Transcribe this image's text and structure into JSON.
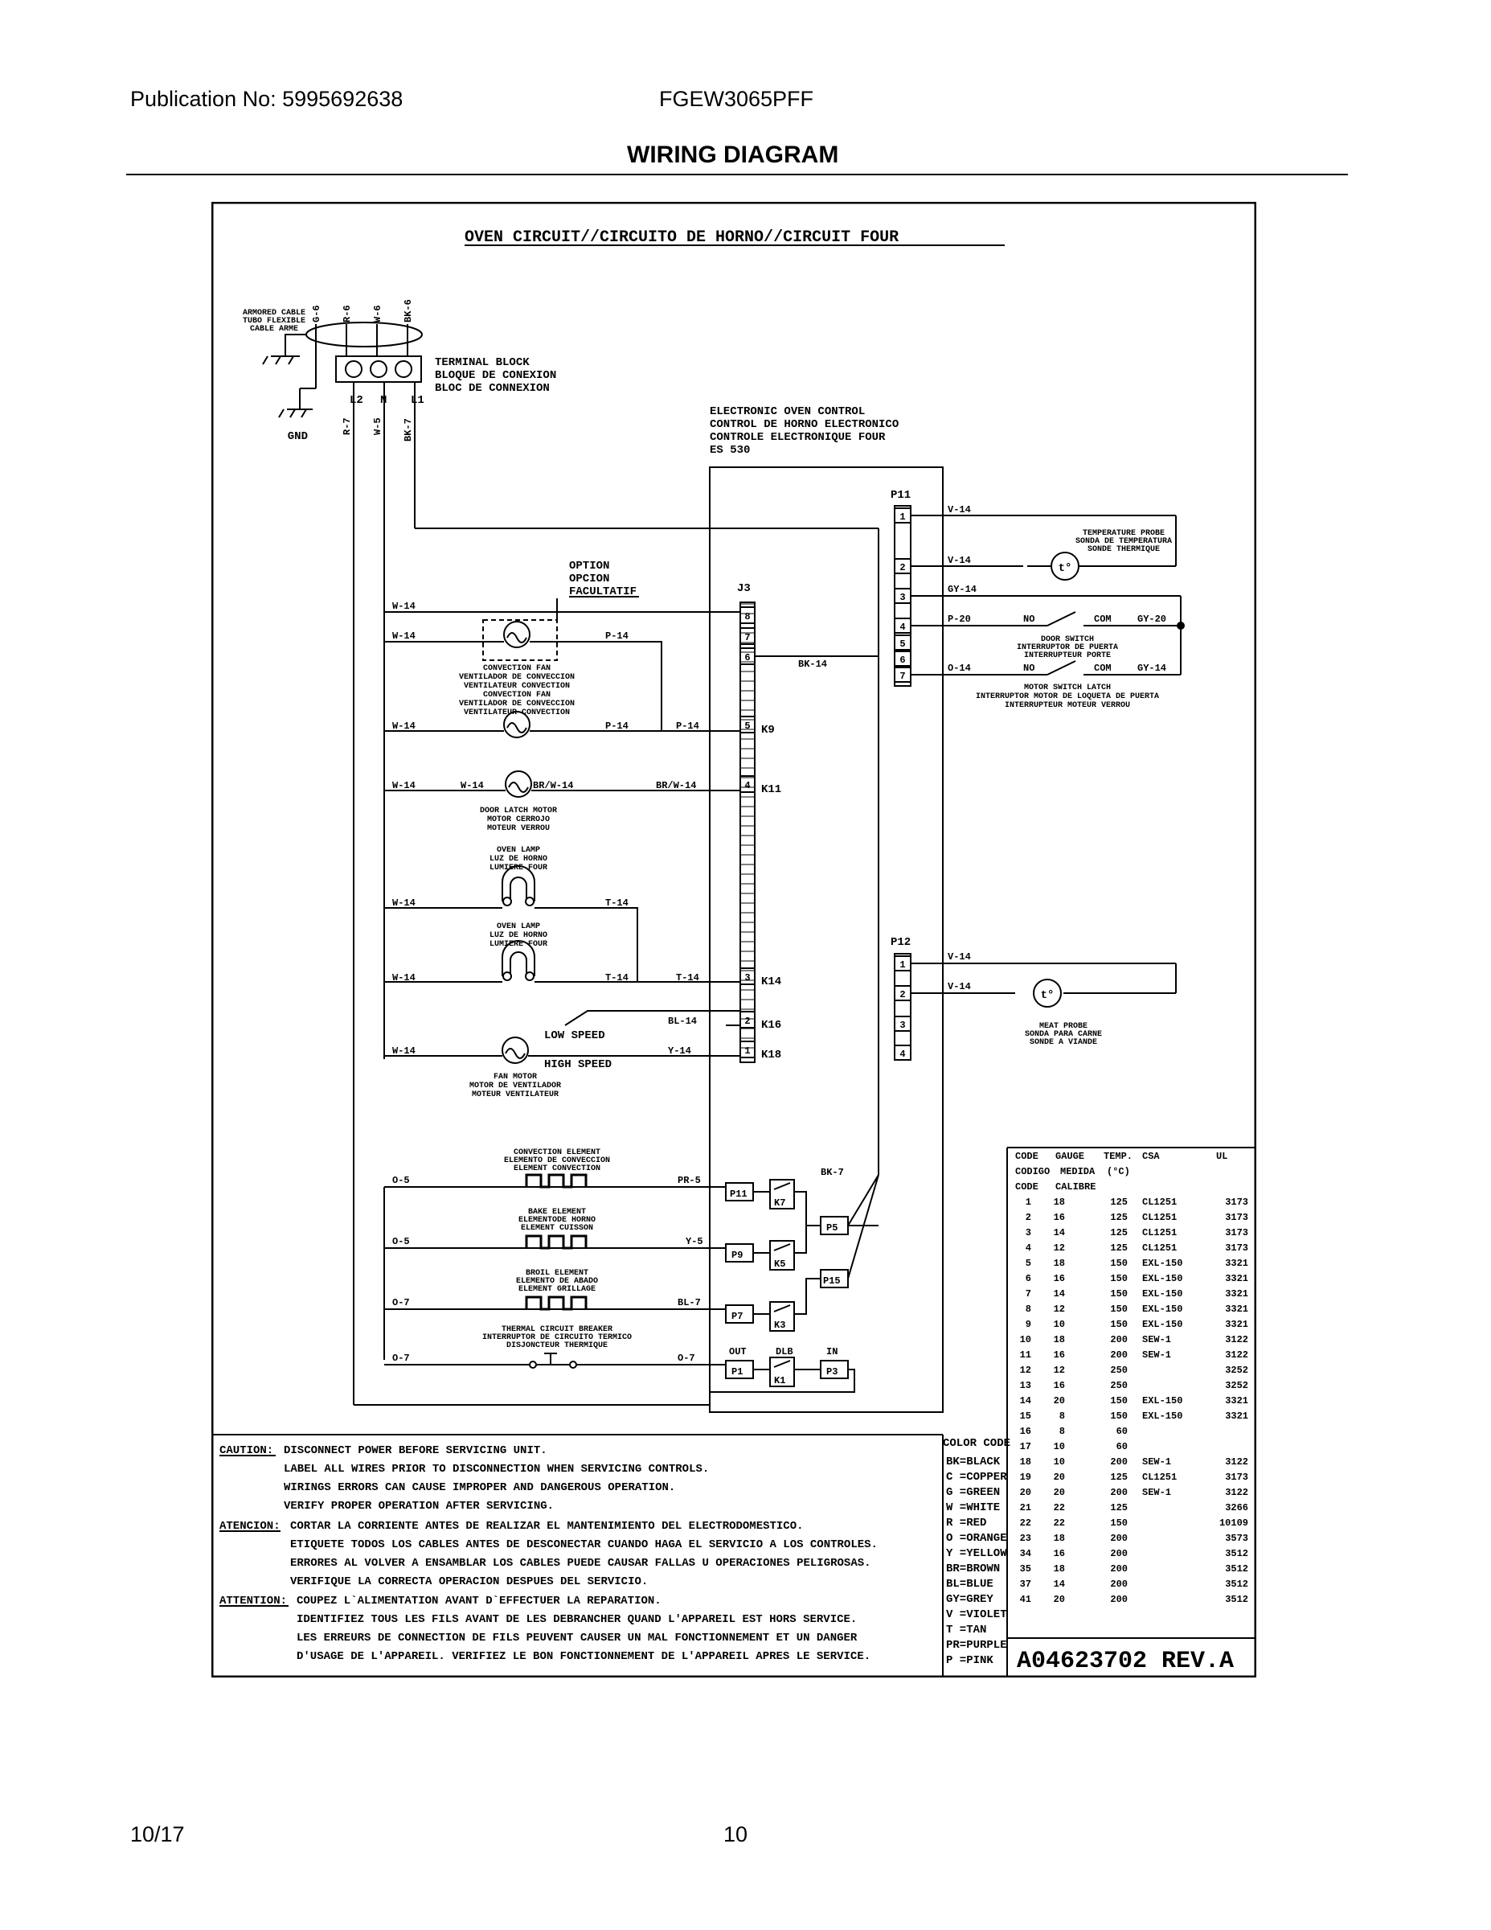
{
  "header": {
    "publication": "Publication No: 5995692638",
    "model": "FGEW3065PFF",
    "title": "WIRING DIAGRAM"
  },
  "footer": {
    "date": "10/17",
    "page": "10"
  },
  "diagram": {
    "title": "OVEN CIRCUIT//CIRCUITO DE HORNO//CIRCUIT FOUR",
    "armored_cable": [
      "ARMORED CABLE",
      "TUBO FLEXIBLE",
      "CABLE ARME"
    ],
    "top_wires": [
      "G-6",
      "R-6",
      "W-6",
      "BK-6"
    ],
    "terminal_block": [
      "TERMINAL BLOCK",
      "BLOQUE DE CONEXION",
      "BLOC DE CONNEXION"
    ],
    "terminals": [
      "L2",
      "N",
      "L1"
    ],
    "gnd": "GND",
    "lower_wires": [
      "R-7",
      "W-5",
      "BK-7"
    ],
    "control": [
      "ELECTRONIC OVEN CONTROL",
      "CONTROL DE HORNO ELECTRONICO",
      "CONTROLE ELECTRONIQUE FOUR",
      "ES 530"
    ],
    "option": [
      "OPTION",
      "OPCION",
      "FACULTATIF"
    ],
    "conv_fan1": [
      "CONVECTION FAN",
      "VENTILADOR DE CONVECCION",
      "VENTILATEUR CONVECTION"
    ],
    "conv_fan2": [
      "CONVECTION FAN",
      "VENTILADOR DE CONVECCION",
      "VENTILATEUR CONVECTION"
    ],
    "door_latch": [
      "DOOR LATCH MOTOR",
      "MOTOR CERROJO",
      "MOTEUR VERROU"
    ],
    "oven_lamp1": [
      "OVEN LAMP",
      "LUZ DE HORNO",
      "LUMIERE FOUR"
    ],
    "oven_lamp2": [
      "OVEN LAMP",
      "LUZ DE HORNO",
      "LUMIERE FOUR"
    ],
    "fan_motor": [
      "FAN MOTOR",
      "MOTOR DE VENTILADOR",
      "MOTEUR VENTILATEUR"
    ],
    "low_speed": "LOW SPEED",
    "high_speed": "HIGH SPEED",
    "j3": "J3",
    "p11": "P11",
    "p12": "P12",
    "w14": "W-14",
    "p14": "P-14",
    "bk14": "BK-14",
    "brw14": "BR/W-14",
    "t14": "T-14",
    "bl14": "BL-14",
    "y14": "Y-14",
    "v14": "V-14",
    "gy14": "GY-14",
    "p20": "P-20",
    "gy20": "GY-20",
    "o14": "O-14",
    "no": "NO",
    "com": "COM",
    "k_labels": [
      "K9",
      "K11",
      "K14",
      "K16",
      "K18"
    ],
    "j3_pins": [
      "8",
      "7",
      "6",
      "5",
      "4",
      "3",
      "2",
      "1"
    ],
    "p11_pins": [
      "1",
      "2",
      "3",
      "4",
      "5",
      "6",
      "7"
    ],
    "p12_pins": [
      "1",
      "2",
      "3",
      "4"
    ],
    "temp_probe": [
      "TEMPERATURE PROBE",
      "SONDA DE TEMPERATURA",
      "SONDE THERMIQUE"
    ],
    "door_switch": [
      "DOOR SWITCH",
      "INTERRUPTOR DE PUERTA",
      "INTERRUPTEUR PORTE"
    ],
    "motor_switch": [
      "MOTOR SWITCH LATCH",
      "INTERRUPTOR MOTOR DE LOQUETA DE PUERTA",
      "INTERRUPTEUR MOTEUR VERROU"
    ],
    "meat_probe": [
      "MEAT PROBE",
      "SONDA PARA CARNE",
      "SONDE A VIANDE"
    ],
    "probe_symbol": "t°",
    "conv_element": [
      "CONVECTION ELEMENT",
      "ELEMENTO DE CONVECCION",
      "ELEMENT CONVECTION"
    ],
    "bake_element": [
      "BAKE ELEMENT",
      "ELEMENTODE HORNO",
      "ELEMENT CUISSON"
    ],
    "broil_element": [
      "BROIL ELEMENT",
      "ELEMENTO DE ABADO",
      "ELEMENT GRILLAGE"
    ],
    "tcb": [
      "THERMAL CIRCUIT BREAKER",
      "INTERRUPTOR DE CIRCUITO TERMICO",
      "DISJONCTEUR THERMIQUE"
    ],
    "o5": "O-5",
    "o7": "O-7",
    "pr5": "PR-5",
    "y5": "Y-5",
    "bl7": "BL-7",
    "bk7": "BK-7",
    "relay_pins": [
      "P11",
      "P9",
      "P7",
      "P1",
      "P5",
      "P15",
      "P3"
    ],
    "relays": [
      "K7",
      "K5",
      "K3",
      "K1"
    ],
    "out": "OUT",
    "dlb": "DLB",
    "in": "IN",
    "gauge_table": {
      "headers": [
        "CODE",
        "GAUGE",
        "TEMP.",
        "CSA",
        "UL"
      ],
      "headers2": [
        "CODIGO",
        "MEDIDA",
        "(°C)"
      ],
      "headers3": [
        "CODE",
        "CALIBRE"
      ],
      "rows": [
        [
          "1",
          "18",
          "125",
          "CL1251",
          "3173"
        ],
        [
          "2",
          "16",
          "125",
          "CL1251",
          "3173"
        ],
        [
          "3",
          "14",
          "125",
          "CL1251",
          "3173"
        ],
        [
          "4",
          "12",
          "125",
          "CL1251",
          "3173"
        ],
        [
          "5",
          "18",
          "150",
          "EXL-150",
          "3321"
        ],
        [
          "6",
          "16",
          "150",
          "EXL-150",
          "3321"
        ],
        [
          "7",
          "14",
          "150",
          "EXL-150",
          "3321"
        ],
        [
          "8",
          "12",
          "150",
          "EXL-150",
          "3321"
        ],
        [
          "9",
          "10",
          "150",
          "EXL-150",
          "3321"
        ],
        [
          "10",
          "18",
          "200",
          "SEW-1",
          "3122"
        ],
        [
          "11",
          "16",
          "200",
          "SEW-1",
          "3122"
        ],
        [
          "12",
          "12",
          "250",
          "",
          "3252"
        ],
        [
          "13",
          "16",
          "250",
          "",
          "3252"
        ],
        [
          "14",
          "20",
          "150",
          "EXL-150",
          "3321"
        ],
        [
          "15",
          "8",
          "150",
          "EXL-150",
          "3321"
        ],
        [
          "16",
          "8",
          "60",
          "",
          ""
        ],
        [
          "17",
          "10",
          "60",
          "",
          ""
        ],
        [
          "18",
          "10",
          "200",
          "SEW-1",
          "3122"
        ],
        [
          "19",
          "20",
          "125",
          "CL1251",
          "3173"
        ],
        [
          "20",
          "20",
          "200",
          "SEW-1",
          "3122"
        ],
        [
          "21",
          "22",
          "125",
          "",
          "3266"
        ],
        [
          "22",
          "22",
          "150",
          "",
          "10109"
        ],
        [
          "23",
          "18",
          "200",
          "",
          "3573"
        ],
        [
          "34",
          "16",
          "200",
          "",
          "3512"
        ],
        [
          "35",
          "18",
          "200",
          "",
          "3512"
        ],
        [
          "37",
          "14",
          "200",
          "",
          "3512"
        ],
        [
          "41",
          "20",
          "200",
          "",
          "3512"
        ]
      ]
    },
    "caution": {
      "caution_label": "CAUTION:",
      "caution_lines": [
        "DISCONNECT POWER BEFORE SERVICING UNIT.",
        "LABEL ALL WIRES PRIOR TO DISCONNECTION WHEN SERVICING CONTROLS.",
        "WIRINGS ERRORS CAN CAUSE IMPROPER AND DANGEROUS OPERATION.",
        "VERIFY PROPER OPERATION AFTER SERVICING."
      ],
      "atencion_label": "ATENCION:",
      "atencion_lines": [
        "CORTAR LA CORRIENTE ANTES DE REALIZAR EL MANTENIMIENTO DEL ELECTRODOMESTICO.",
        "ETIQUETE TODOS LOS CABLES ANTES DE DESCONECTAR CUANDO HAGA EL SERVICIO A LOS CONTROLES.",
        "ERRORES AL VOLVER A ENSAMBLAR LOS CABLES PUEDE CAUSAR FALLAS U OPERACIONES PELIGROSAS.",
        "VERIFIQUE LA CORRECTA OPERACION DESPUES DEL SERVICIO."
      ],
      "attention_label": "ATTENTION:",
      "attention_lines": [
        "COUPEZ L`ALIMENTATION AVANT D`EFFECTUER LA REPARATION.",
        "IDENTIFIEZ TOUS LES FILS AVANT DE LES DEBRANCHER QUAND L'APPAREIL EST HORS SERVICE.",
        "LES ERREURS DE CONNECTION DE FILS PEUVENT CAUSER UN MAL FONCTIONNEMENT ET UN DANGER",
        "D'USAGE DE L'APPAREIL. VERIFIEZ LE BON FONCTIONNEMENT DE L'APPAREIL APRES LE SERVICE."
      ]
    },
    "color_code": {
      "title": "COLOR CODE",
      "rows": [
        "BK=BLACK",
        "C =COPPER",
        "G =GREEN",
        "W =WHITE",
        "R =RED",
        "O =ORANGE",
        "Y =YELLOW",
        "BR=BROWN",
        "BL=BLUE",
        "GY=GREY",
        "V =VIOLET",
        "T =TAN",
        "PR=PURPLE",
        "P =PINK"
      ]
    },
    "doc_number": "A04623702 REV.A"
  }
}
